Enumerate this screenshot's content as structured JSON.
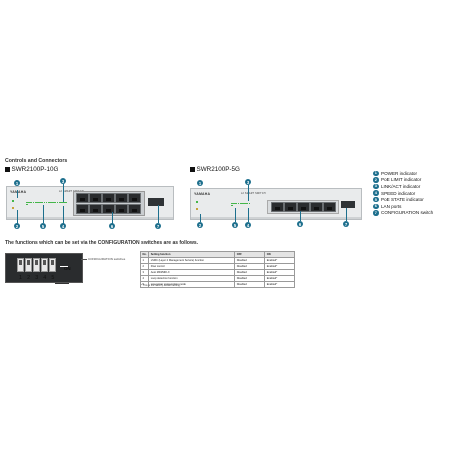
{
  "heading": {
    "controls": "Controls and Connectors"
  },
  "models": [
    {
      "label": "SWR2100P-10G",
      "logo": "YAMAHA",
      "subtitle": "L2 SMART SWITCH"
    },
    {
      "label": "SWR2100P-5G",
      "logo": "YAMAHA",
      "subtitle": "L2 SMART SWITCH"
    }
  ],
  "legend": [
    {
      "num": "1",
      "label": "POWER indicator"
    },
    {
      "num": "2",
      "label": "PoE LIMIT indicator"
    },
    {
      "num": "3",
      "label": "LINK/ACT indicator"
    },
    {
      "num": "4",
      "label": "SPEED indicator"
    },
    {
      "num": "5",
      "label": "PoE STATE indicator"
    },
    {
      "num": "6",
      "label": "LAN ports"
    },
    {
      "num": "7",
      "label": "CONFIGURATION switch"
    }
  ],
  "config": {
    "intro": "The functions which can be set via the CONFIGURATION switches are as follows.",
    "switch_caption": "CONFIGURATION switches",
    "on_label": "ON",
    "numbers": "1 2 3 4 5",
    "table_headers": [
      "No.",
      "Setting function",
      "OFF",
      "ON"
    ],
    "rows": [
      [
        "1",
        "LSMC (Layer 2 Management Service) function",
        "Disabled",
        "Enabled*"
      ],
      [
        "2",
        "Flow control",
        "Disabled",
        "Enabled*"
      ],
      [
        "3",
        "Auto MDI/MDI-X",
        "Disabled",
        "Enabled*"
      ],
      [
        "4",
        "Loop detection function",
        "Disabled",
        "Enabled*"
      ],
      [
        "5",
        "Low power consumption mode",
        "Disabled",
        "Enabled*"
      ]
    ],
    "footnote": "* This is the factory default setting."
  },
  "colors": {
    "callout": "#1d6f8d",
    "led": "#44b64a",
    "device_face": "#e9ebec"
  }
}
